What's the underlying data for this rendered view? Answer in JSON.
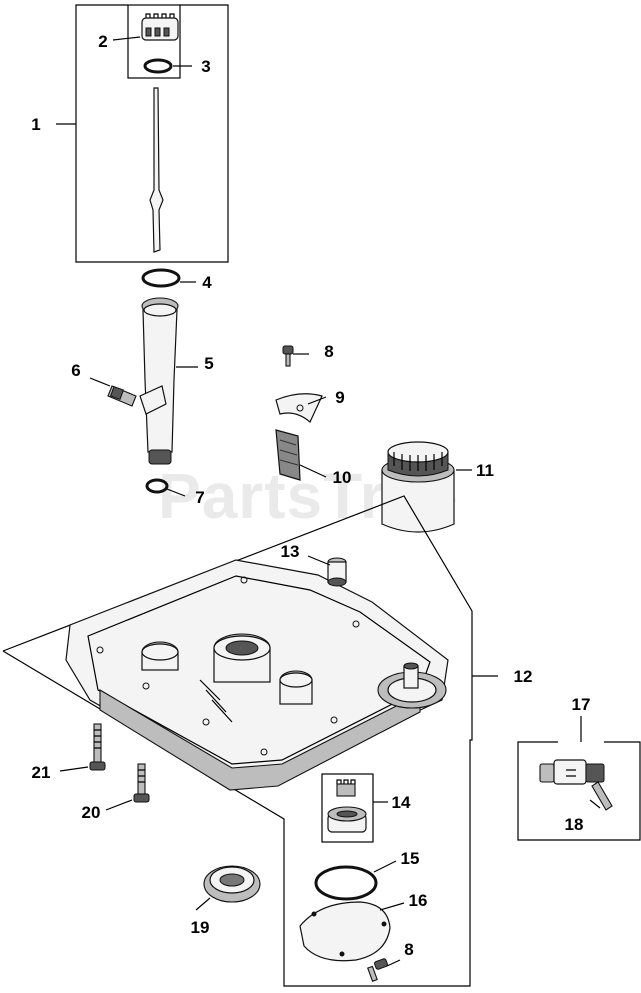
{
  "watermark": "PartsTree",
  "callouts": {
    "c1": "1",
    "c2": "2",
    "c3": "3",
    "c4": "4",
    "c5": "5",
    "c6": "6",
    "c7": "7",
    "c8a": "8",
    "c9": "9",
    "c10": "10",
    "c11": "11",
    "c12": "12",
    "c13": "13",
    "c14": "14",
    "c15": "15",
    "c16": "16",
    "c17": "17",
    "c18": "18",
    "c19": "19",
    "c20": "20",
    "c21": "21",
    "c8b": "8"
  }
}
